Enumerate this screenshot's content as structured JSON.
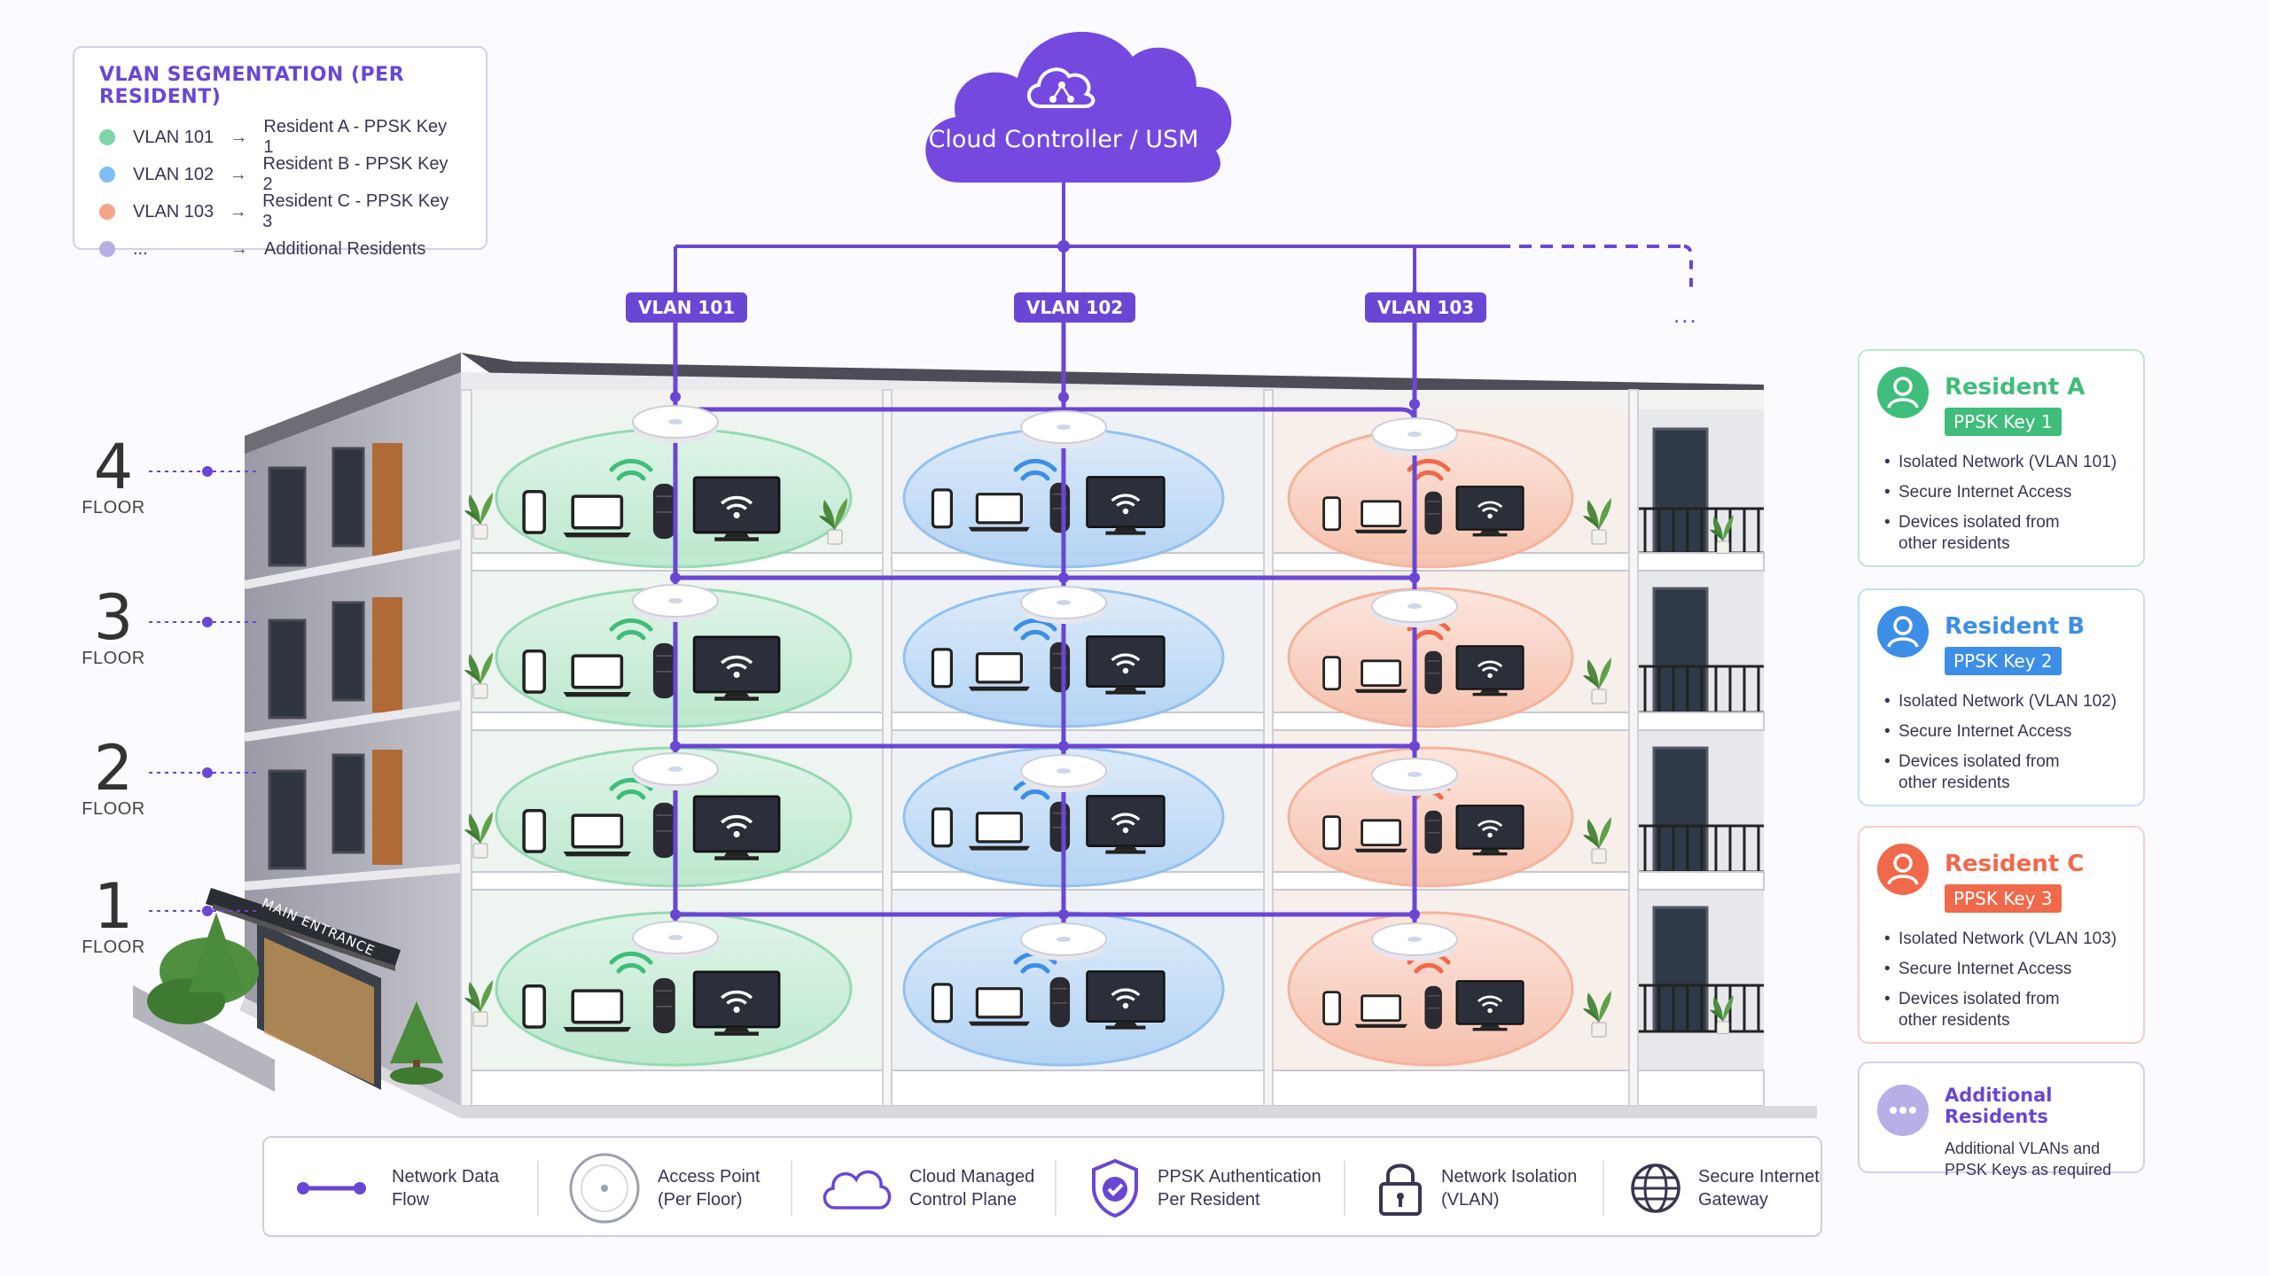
{
  "legend": {
    "title": "VLAN SEGMENTATION  (PER RESIDENT)",
    "rows": [
      {
        "vlan": "VLAN 101",
        "arrow": "→",
        "target": "Resident A - PPSK Key 1",
        "color": "#7fd6a6"
      },
      {
        "vlan": "VLAN 102",
        "arrow": "→",
        "target": "Resident B - PPSK Key 2",
        "color": "#7fbdf5"
      },
      {
        "vlan": "VLAN 103",
        "arrow": "→",
        "target": "Resident C - PPSK Key 3",
        "color": "#f5a48a"
      },
      {
        "vlan": "...",
        "arrow": "→",
        "target": "Additional Residents",
        "color": "#b9aee6"
      }
    ]
  },
  "cloud": {
    "label": "Cloud Controller / USM",
    "color": "#7549df"
  },
  "vlan_tags": [
    "VLAN 101",
    "VLAN 102",
    "VLAN 103"
  ],
  "vlan_more": "...",
  "floors": [
    {
      "num": "4",
      "word": "FLOOR"
    },
    {
      "num": "3",
      "word": "FLOOR"
    },
    {
      "num": "2",
      "word": "FLOOR"
    },
    {
      "num": "1",
      "word": "FLOOR"
    }
  ],
  "entrance": "MAIN ENTRANCE",
  "zone_colors": {
    "a": "#7fd6a6",
    "b": "#7fbdf5",
    "c": "#f5a48a",
    "accent": "#6a46d4"
  },
  "residents": [
    {
      "name": "Resident A",
      "key": "PPSK Key 1",
      "color": "#3fbd7a",
      "border": "#bfe6cf",
      "points": [
        "Isolated Network (VLAN 101)",
        "Secure Internet Access",
        "Devices isolated from other residents"
      ]
    },
    {
      "name": "Resident B",
      "key": "PPSK Key 2",
      "color": "#3d8ee6",
      "border": "#c7ddf5",
      "points": [
        "Isolated Network (VLAN 102)",
        "Secure Internet Access",
        "Devices isolated from other residents"
      ]
    },
    {
      "name": "Resident C",
      "key": "PPSK Key 3",
      "color": "#f0694a",
      "border": "#f5cfc3",
      "points": [
        "Isolated Network (VLAN 103)",
        "Secure Internet Access",
        "Devices isolated from other residents"
      ]
    }
  ],
  "additional": {
    "title": "Additional Residents",
    "sub1": "Additional VLANs and",
    "sub2": "PPSK Keys as required",
    "color": "#b9aee6"
  },
  "bottom_legend": [
    {
      "line1": "Network Data",
      "line2": "Flow",
      "icon": "network-flow-icon"
    },
    {
      "line1": "Access Point",
      "line2": "(Per Floor)",
      "icon": "access-point-icon"
    },
    {
      "line1": "Cloud Managed",
      "line2": "Control Plane",
      "icon": "cloud-icon"
    },
    {
      "line1": "PPSK Authentication",
      "line2": "Per Resident",
      "icon": "shield-check-icon"
    },
    {
      "line1": "Network Isolation",
      "line2": "(VLAN)",
      "icon": "lock-icon"
    },
    {
      "line1": "Secure Internet",
      "line2": "Gateway",
      "icon": "globe-icon"
    }
  ]
}
